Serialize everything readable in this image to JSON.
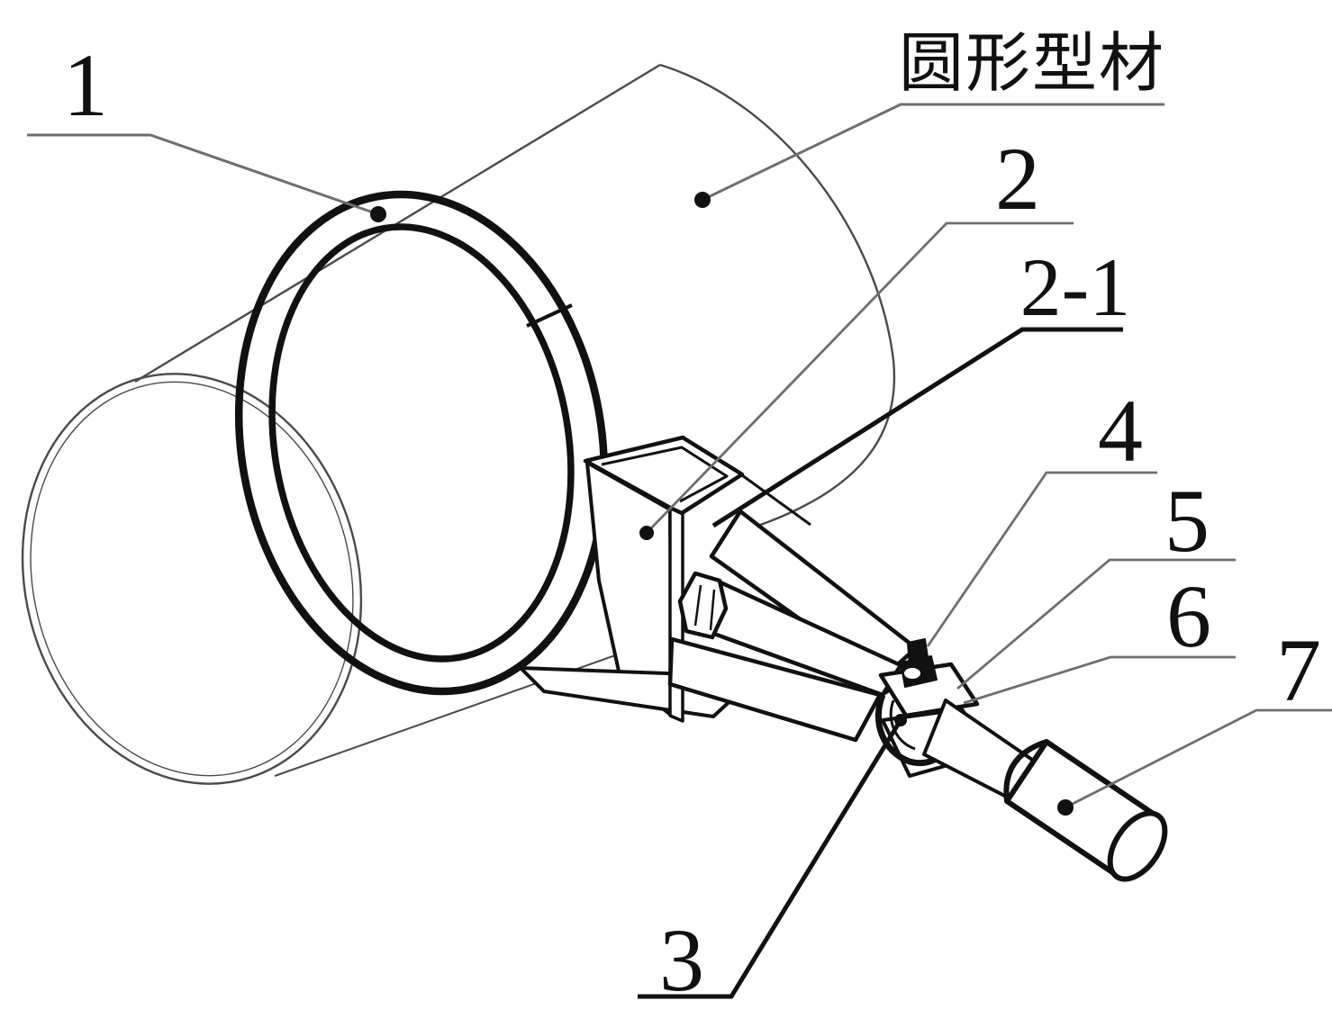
{
  "figure": {
    "kind": "patent-style technical line drawing",
    "description_visible_text_only": true
  },
  "labels": {
    "annotation": "圆形型材",
    "part1": "1",
    "part2": "2",
    "part2_1": "2-1",
    "part3": "3",
    "part4": "4",
    "part5": "5",
    "part6": "6",
    "part7": "7"
  },
  "colors": {
    "background": "#ffffff",
    "ink": "#111111",
    "thin_line": "#4a4a4a",
    "leader": "#6e6e6e"
  }
}
